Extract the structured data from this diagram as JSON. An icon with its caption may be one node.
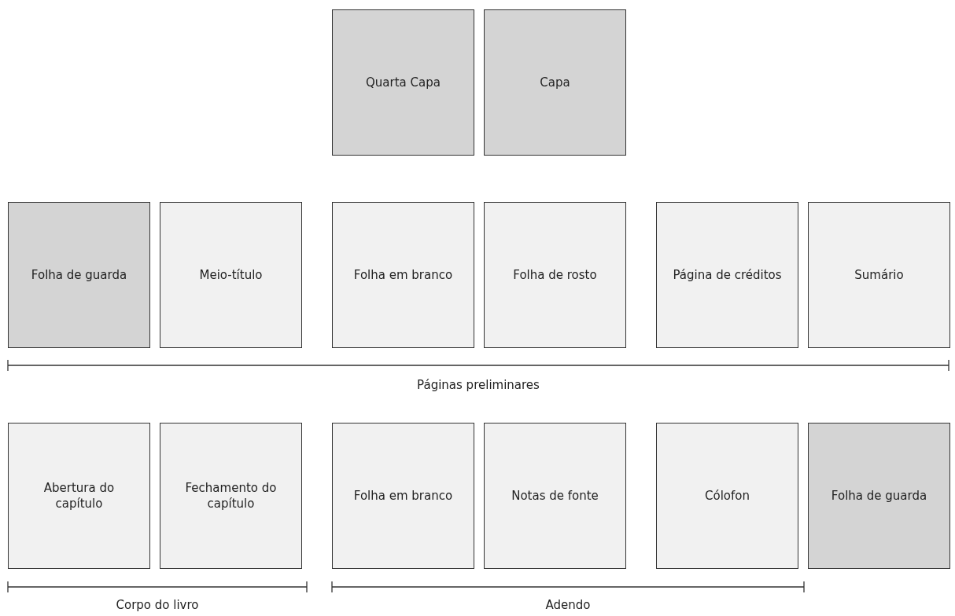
{
  "diagram": {
    "nodes": [
      {
        "text": [
          "Quarta Capa"
        ]
      },
      {
        "text": [
          "Capa"
        ]
      },
      {
        "text": [
          "Folha de guarda"
        ]
      },
      {
        "text": [
          "Meio-título"
        ]
      },
      {
        "text": [
          "Folha em branco"
        ]
      },
      {
        "text": [
          "Folha de rosto"
        ]
      },
      {
        "text": [
          "Página de créditos"
        ]
      },
      {
        "text": [
          "Sumário"
        ]
      },
      {
        "text": [
          "Abertura do capítulo"
        ]
      },
      {
        "text": [
          "Fechamento do capítulo"
        ]
      },
      {
        "text": [
          "Folha em branco"
        ]
      },
      {
        "text": [
          "Notas de fonte"
        ]
      },
      {
        "text": [
          "Cólofon"
        ]
      },
      {
        "text": [
          "Folha de guarda"
        ]
      }
    ],
    "labels": [
      "Páginas preliminares",
      "Corpo do livro",
      "Adendo"
    ]
  }
}
